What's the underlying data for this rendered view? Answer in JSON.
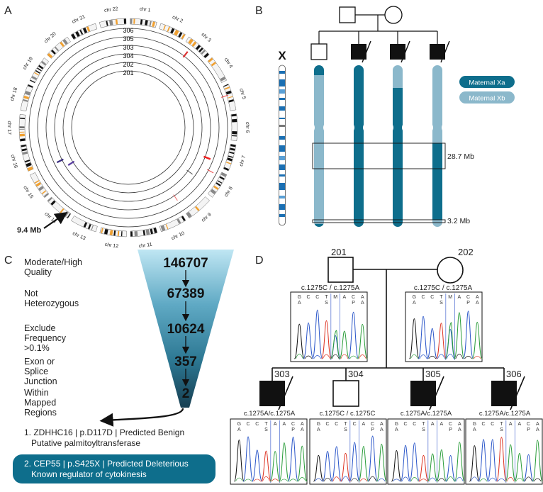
{
  "panels": {
    "a": "A",
    "b": "B",
    "c": "C",
    "d": "D"
  },
  "circos": {
    "chromosomes": [
      "chr 1",
      "chr 2",
      "chr 3",
      "chr 4",
      "chr 5",
      "chr 6",
      "chr 7",
      "chr 8",
      "chr 9",
      "chr 10",
      "chr 11",
      "chr 12",
      "chr 13",
      "chr 14",
      "chr 15",
      "chr 16",
      "chr 17",
      "chr 18",
      "chr 19",
      "chr 20",
      "chr 21",
      "chr 22"
    ],
    "rings": [
      "306",
      "305",
      "303",
      "304",
      "202",
      "201"
    ],
    "marker_label": "9.4 Mb"
  },
  "haplotype": {
    "x_label": "X",
    "legend": [
      "Maternal Xa",
      "Maternal Xb"
    ],
    "colors": {
      "xa": "#0e6e8c",
      "xb": "#8bb8cb"
    },
    "region_labels": [
      "28.7 Mb",
      "3.2 Mb"
    ]
  },
  "funnel": {
    "steps": [
      {
        "label": "Moderate/High Quality",
        "count": "146707"
      },
      {
        "label": "Not Heterozygous",
        "count": "67389"
      },
      {
        "label": "Exclude Frequency >0.1%",
        "count": "10624"
      },
      {
        "label": "Exon or Splice Junction",
        "count": "357"
      },
      {
        "label": "Within Mapped Regions",
        "count": "2"
      }
    ],
    "results": [
      {
        "line1": "1. ZDHHC16 | p.D117D | Predicted Benign",
        "line2": "Putative palmitoyltransferase"
      },
      {
        "line1": "2. CEP55 | p.S425X | Predicted Deleterious",
        "line2": "Known regulator of cytokinesis"
      }
    ],
    "highlight_color": "#0e6e8c"
  },
  "pedigree": {
    "parents": [
      {
        "id": "201",
        "genotype": "c.1275C / c.1275A"
      },
      {
        "id": "202",
        "genotype": "c.1275C / c.1275A"
      }
    ],
    "children": [
      {
        "id": "303",
        "genotype": "c.1275A/c.1275A"
      },
      {
        "id": "304",
        "genotype": "c.1275C / c.1275C"
      },
      {
        "id": "305",
        "genotype": "c.1275A/c.1275A"
      },
      {
        "id": "306",
        "genotype": "c.1275A/c.1275A"
      }
    ],
    "parent_bases": [
      "G",
      "C",
      "C",
      "T",
      "M",
      "A",
      "C",
      "A"
    ],
    "parent_aa": [
      "A",
      "",
      "",
      "S",
      "",
      "",
      "P",
      "A"
    ],
    "child_bases_aff": [
      "G",
      "C",
      "C",
      "T",
      "A",
      "A",
      "C",
      "A"
    ],
    "child_aa_aff": [
      "A",
      "",
      "",
      "S",
      "",
      "",
      "P",
      "A"
    ],
    "child_bases_unaff": [
      "G",
      "C",
      "C",
      "T",
      "C",
      "A",
      "C",
      "A"
    ]
  }
}
